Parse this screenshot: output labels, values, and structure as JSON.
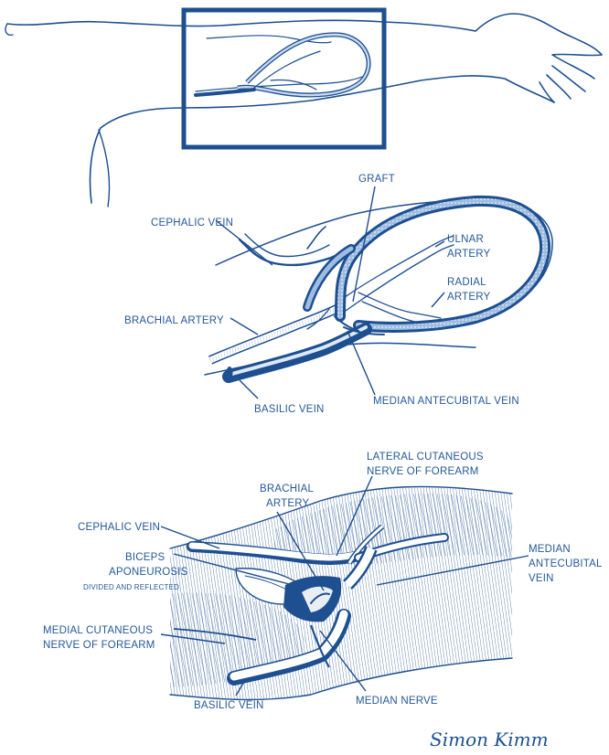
{
  "colors": {
    "ink": "#1d4f91",
    "label": "#24589a",
    "fill_light": "#c9d9ee"
  },
  "graft_view": {
    "labels": {
      "graft": "GRAFT",
      "cephalic_vein": "CEPHALIC VEIN",
      "ulnar_artery_1": "ULNAR",
      "ulnar_artery_2": "ARTERY",
      "radial_artery_1": "RADIAL",
      "radial_artery_2": "ARTERY",
      "brachial_artery": "BRACHIAL ARTERY",
      "basilic_vein": "BASILIC VEIN",
      "median_antecubital_vein": "MEDIAN ANTECUBITAL VEIN"
    }
  },
  "anatomy_view": {
    "labels": {
      "lateral_cutaneous_1": "LATERAL CUTANEOUS",
      "lateral_cutaneous_2": "NERVE OF FOREARM",
      "brachial_artery_1": "BRACHIAL",
      "brachial_artery_2": "ARTERY",
      "cephalic_vein": "CEPHALIC VEIN",
      "median_antecubital_1": "MEDIAN",
      "median_antecubital_2": "ANTECUBITAL",
      "median_antecubital_3": "VEIN",
      "biceps_1": "BICEPS",
      "biceps_2": "APONEUROSIS",
      "biceps_3": "DIVIDED AND REFLECTED",
      "medial_cutaneous_1": "MEDIAL CUTANEOUS",
      "medial_cutaneous_2": "NERVE OF FOREARM",
      "basilic_vein": "BASILIC VEIN",
      "median_nerve": "MEDIAN NERVE"
    }
  },
  "signature": "Simon Kimm"
}
